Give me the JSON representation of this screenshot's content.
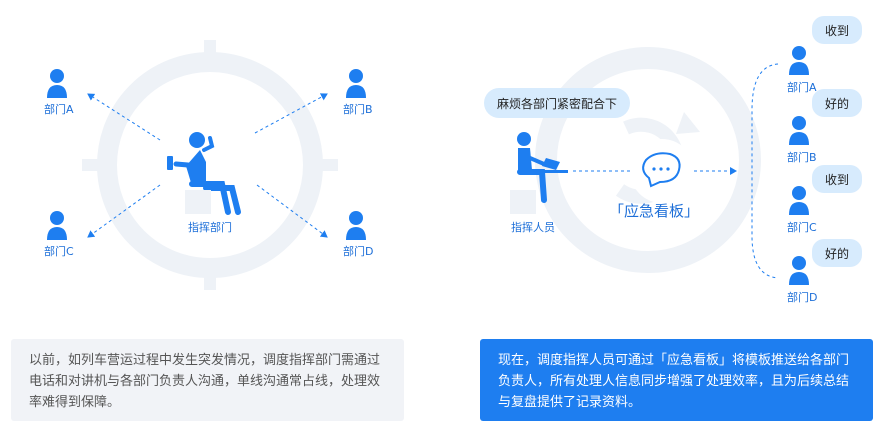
{
  "left": {
    "center_label": "指挥部门",
    "departments": [
      "部门A",
      "部门B",
      "部门C",
      "部门D"
    ],
    "caption": "以前，如列车营运过程中发生突发情况，调度指挥部门需通过电话和对讲机与各部门负责人沟通，单线沟通常占线，处理效率难得到保障。"
  },
  "right": {
    "speech": "麻烦各部门紧密配合下",
    "dispatcher_label": "指挥人员",
    "board_label": "「应急看板」",
    "departments": [
      {
        "name": "部门A",
        "reply": "收到"
      },
      {
        "name": "部门B",
        "reply": "好的"
      },
      {
        "name": "部门C",
        "reply": "收到"
      },
      {
        "name": "部门D",
        "reply": "好的"
      }
    ],
    "caption": "现在，调度指挥人员可通过「应急看板」将模板推送给各部门负责人，所有处理人信息同步增强了处理效率，且为后续总结与复盘提供了记录资料。"
  },
  "colors": {
    "accent": "#1e7ef0",
    "bubble": "#d7ebfd",
    "ring": "#eef2f7"
  }
}
